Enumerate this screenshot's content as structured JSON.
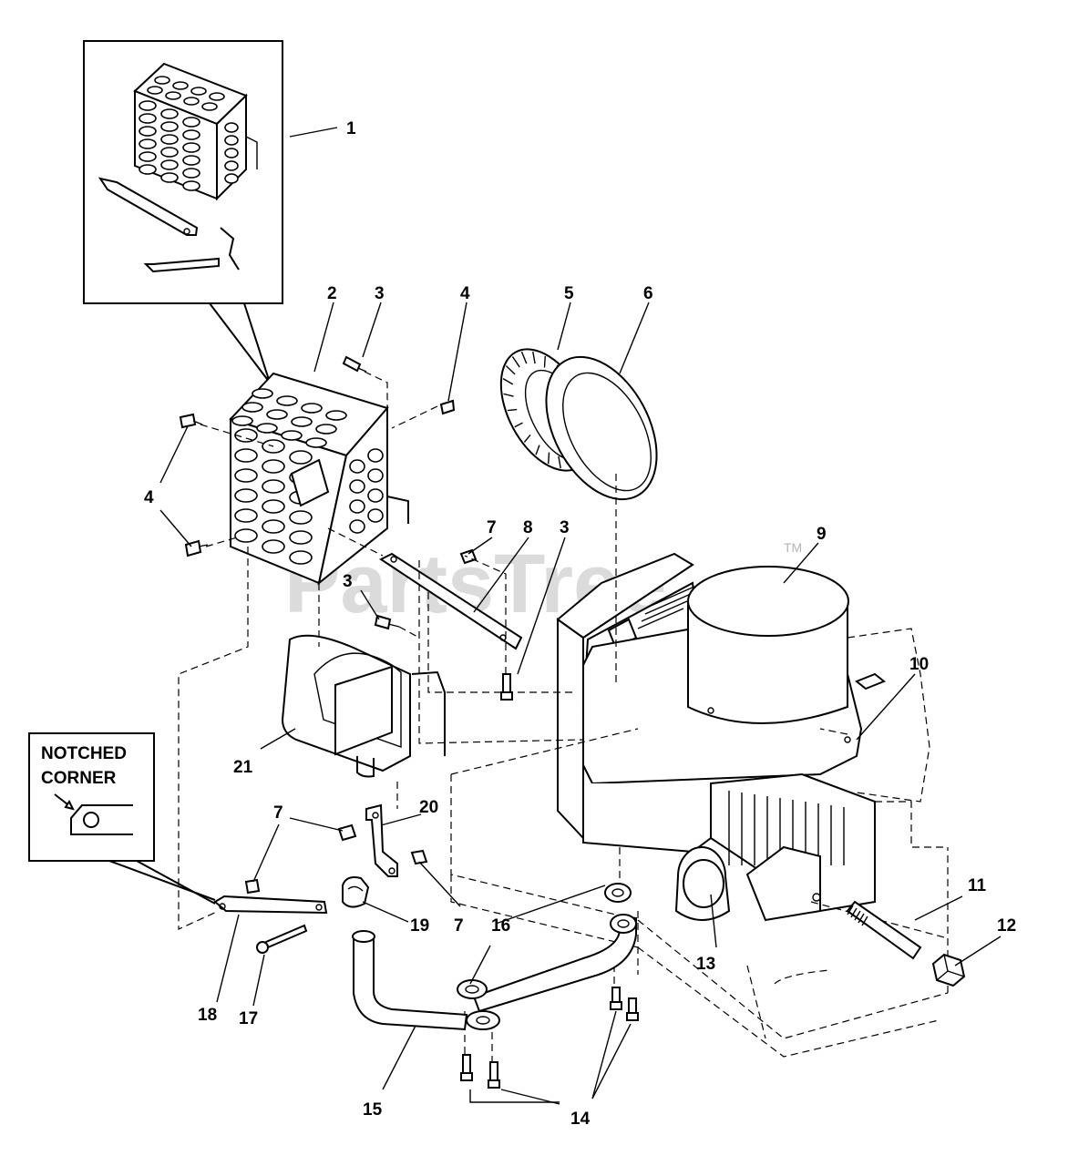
{
  "watermark": {
    "text": "PartsTree",
    "tm": "TM"
  },
  "inset_note": {
    "line1": "NOTCHED",
    "line2": "CORNER"
  },
  "callouts": [
    {
      "id": "c1",
      "label": "1"
    },
    {
      "id": "c2",
      "label": "2"
    },
    {
      "id": "c3a",
      "label": "3"
    },
    {
      "id": "c4a",
      "label": "4"
    },
    {
      "id": "c5",
      "label": "5"
    },
    {
      "id": "c6",
      "label": "6"
    },
    {
      "id": "c4b",
      "label": "4"
    },
    {
      "id": "c7a",
      "label": "7"
    },
    {
      "id": "c8",
      "label": "8"
    },
    {
      "id": "c3b",
      "label": "3"
    },
    {
      "id": "c9",
      "label": "9"
    },
    {
      "id": "c3c",
      "label": "3"
    },
    {
      "id": "c10",
      "label": "10"
    },
    {
      "id": "c21",
      "label": "21"
    },
    {
      "id": "c7b",
      "label": "7"
    },
    {
      "id": "c20",
      "label": "20"
    },
    {
      "id": "c11",
      "label": "11"
    },
    {
      "id": "c12",
      "label": "12"
    },
    {
      "id": "c19",
      "label": "19"
    },
    {
      "id": "c7c",
      "label": "7"
    },
    {
      "id": "c16",
      "label": "16"
    },
    {
      "id": "c13",
      "label": "13"
    },
    {
      "id": "c18",
      "label": "18"
    },
    {
      "id": "c17",
      "label": "17"
    },
    {
      "id": "c15",
      "label": "15"
    },
    {
      "id": "c14",
      "label": "14"
    }
  ]
}
